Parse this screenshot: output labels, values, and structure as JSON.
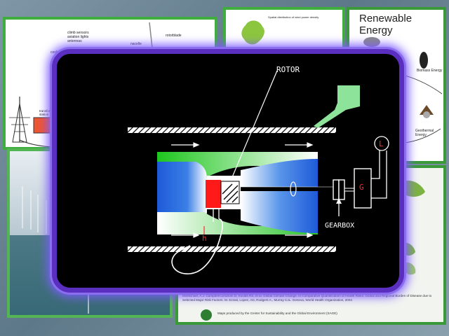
{
  "slide": {
    "top_left_tile": {
      "labels": [
        "climb sensors",
        "aviation lights",
        "antennas",
        "rotorblade",
        "nacelle",
        "cooling system",
        "transformer station"
      ]
    },
    "top_mid_tile": {
      "title": "Spatial distribution of wind power density"
    },
    "top_right_tile": {
      "title": "Renewable Energy",
      "items": [
        "Biomass Energy",
        "Geothermal Energy"
      ]
    },
    "bottom_right_tile": {
      "citation": "McMichael, A.J. Campbell-Lendrum D, Kovats RS, et al. Global Climate Change. In Comparative Quantification of Health Risks: Global and Regional Burden of Disease due to Selected Major Risk Factors. M. Ezzati, Lopez, AD, Rodgers A., Murray CJL. Geneva, World Health Organization, 2004",
      "credit": "Maps produced by the Center for Sustainability and the Global Environment (SAGE)"
    },
    "diagram": {
      "rotor_label": "ROTOR",
      "gearbox_label": "GEARBOX",
      "generator_label": "G",
      "load_label": "L",
      "heater_label": "h"
    }
  }
}
